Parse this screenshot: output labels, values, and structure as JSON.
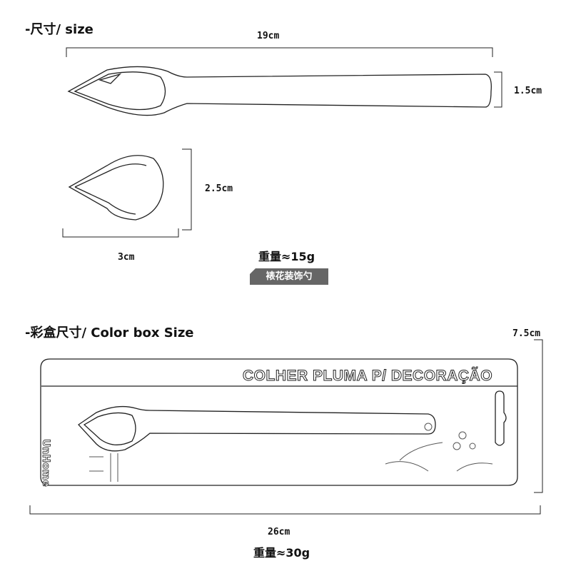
{
  "section1": {
    "title": "-尺寸/ size",
    "length": "19cm",
    "handle_width": "1.5cm",
    "head_height": "2.5cm",
    "head_width": "3cm",
    "weight": "重量≈15g",
    "badge": "裱花装饰勺"
  },
  "section2": {
    "title": "-彩盒尺寸/ Color box Size",
    "height": "7.5cm",
    "length": "26cm",
    "weight": "重量≈30g",
    "box_title": "COLHER PLUMA P/ DECORAÇÃO",
    "brand": "UnHome"
  }
}
